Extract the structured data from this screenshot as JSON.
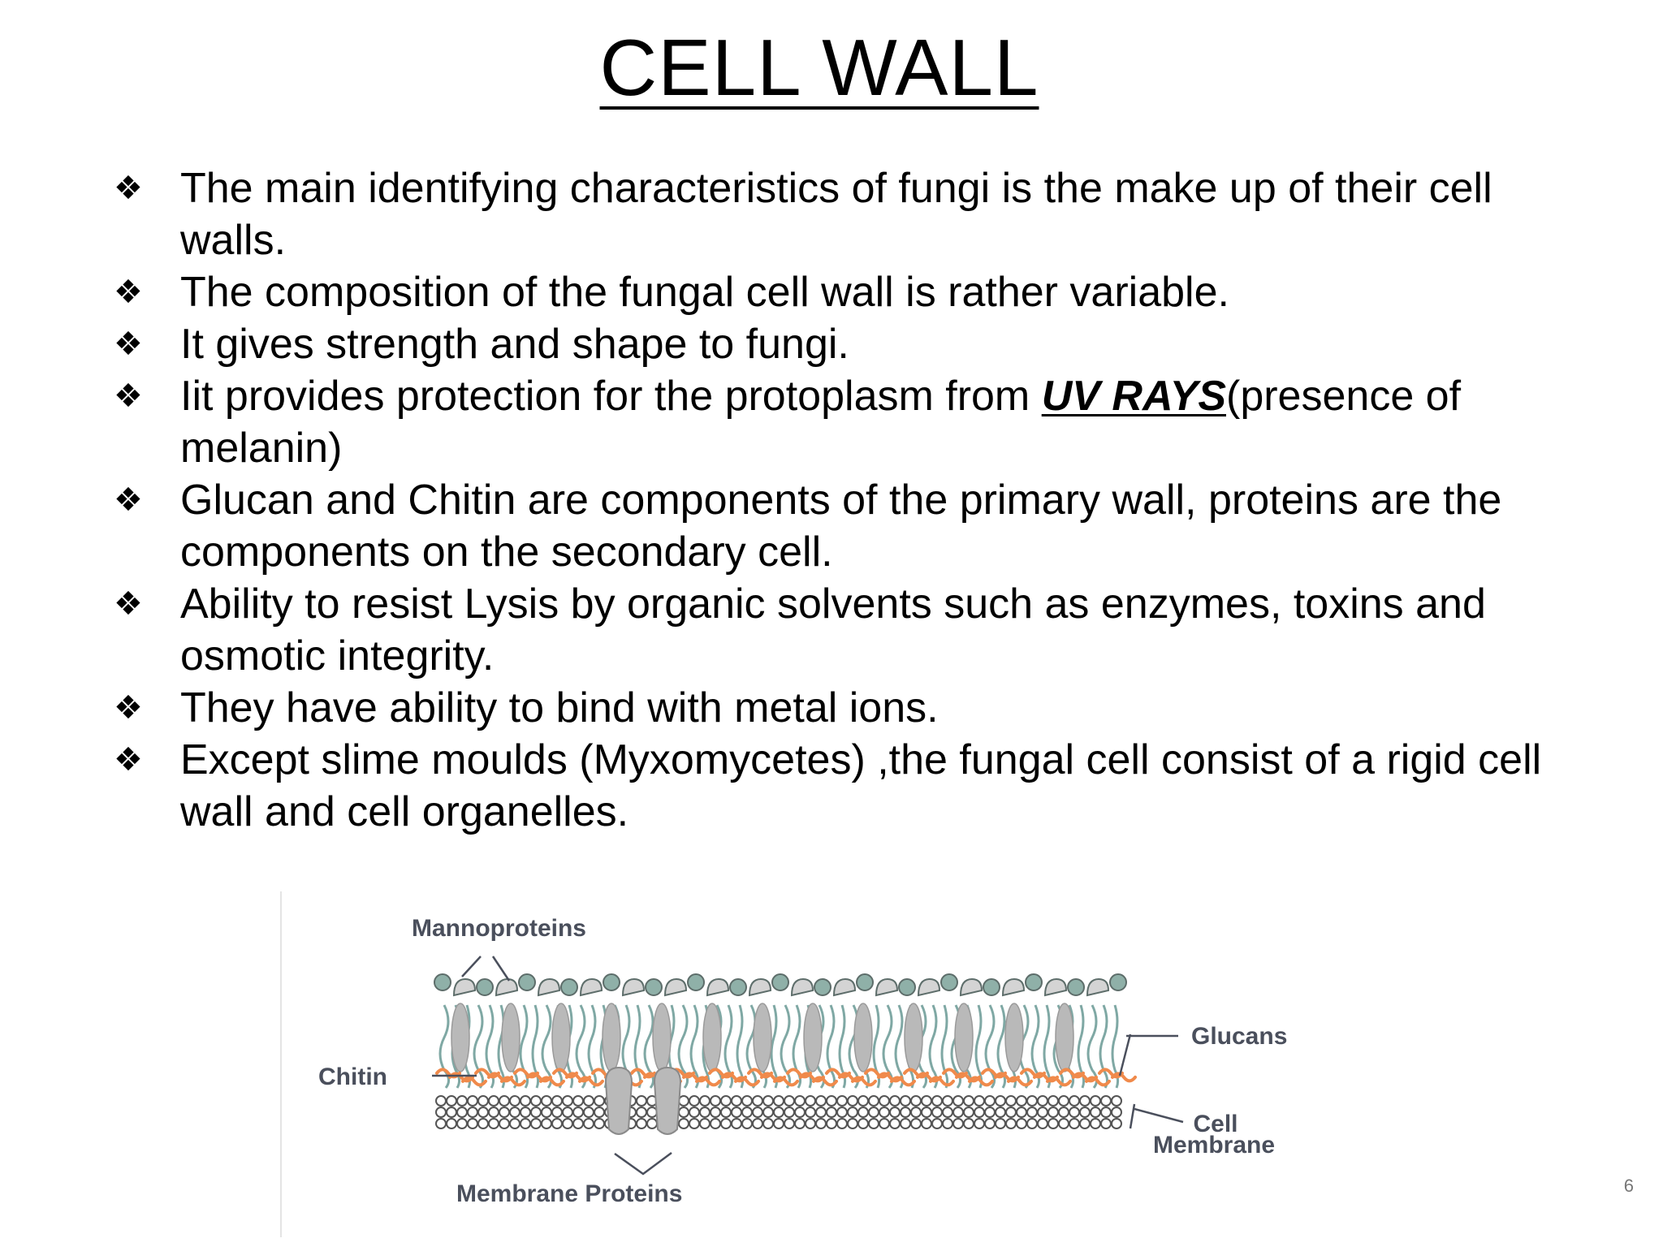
{
  "slide": {
    "title": "CELL WALL",
    "page_number": "6",
    "bullets": [
      {
        "text": "The main identifying characteristics of fungi is the make up of their cell walls."
      },
      {
        "text": "The composition of the fungal cell wall is rather variable."
      },
      {
        "text": "It gives strength and shape to fungi."
      },
      {
        "before": "Iit provides protection for the protoplasm from ",
        "emphasis": "UV RAYS",
        "after": "(presence of melanin)"
      },
      {
        "text": "Glucan and Chitin are components of the primary wall, proteins are the components on the secondary cell."
      },
      {
        "text": "Ability to resist Lysis by organic solvents such as enzymes, toxins and osmotic integrity."
      },
      {
        "text": "They have ability to bind with metal ions."
      },
      {
        "text": "Except slime moulds (Myxomycetes) ,the fungal cell consist of a rigid cell wall and cell organelles."
      }
    ],
    "bullet_symbol": "❖"
  },
  "figure": {
    "labels": {
      "mannoproteins": "Mannoproteins",
      "glucans": "Glucans",
      "chitin": "Chitin",
      "cell_membrane_line1": "Cell",
      "cell_membrane_line2": "Membrane",
      "membrane_proteins": "Membrane Proteins"
    },
    "colors": {
      "label_text": "#4a4f5c",
      "glucan_strand": "#7fa8a4",
      "mannoprotein": "#8fb0a8",
      "protein_grey": "#b9b9b9",
      "chitin_orange": "#f08a4b",
      "membrane": "#555555"
    }
  }
}
